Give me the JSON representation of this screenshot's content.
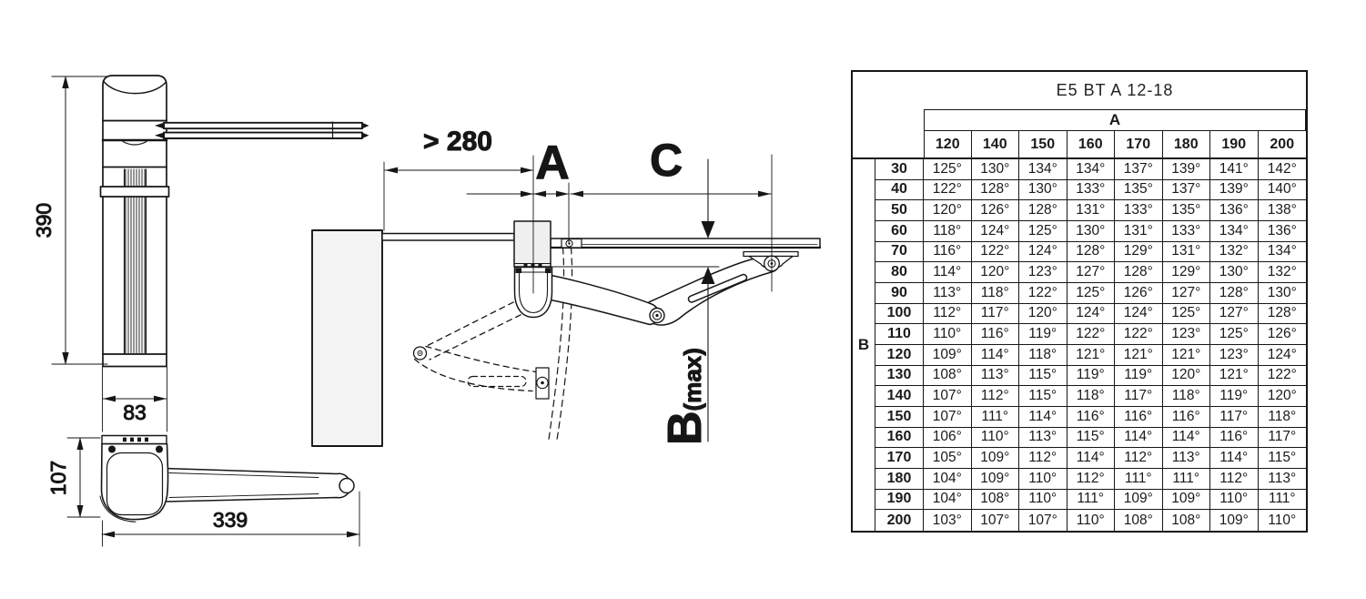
{
  "diagrams": {
    "front_view": {
      "height": "390",
      "width": "83"
    },
    "top_view": {
      "height": "107",
      "length": "339"
    },
    "installation": {
      "min_clearance": "> 280",
      "dim_a": "A",
      "dim_c": "C",
      "dim_b": "B",
      "dim_b_suffix": "(max)"
    }
  },
  "table": {
    "title": "E5 BT A 12-18",
    "col_group_label": "A",
    "row_group_label": "B",
    "col_headers": [
      "120",
      "140",
      "150",
      "160",
      "170",
      "180",
      "190",
      "200"
    ],
    "rows": [
      {
        "b": "30",
        "values": [
          "125°",
          "130°",
          "134°",
          "134°",
          "137°",
          "139°",
          "141°",
          "142°"
        ]
      },
      {
        "b": "40",
        "values": [
          "122°",
          "128°",
          "130°",
          "133°",
          "135°",
          "137°",
          "139°",
          "140°"
        ]
      },
      {
        "b": "50",
        "values": [
          "120°",
          "126°",
          "128°",
          "131°",
          "133°",
          "135°",
          "136°",
          "138°"
        ]
      },
      {
        "b": "60",
        "values": [
          "118°",
          "124°",
          "125°",
          "130°",
          "131°",
          "133°",
          "134°",
          "136°"
        ]
      },
      {
        "b": "70",
        "values": [
          "116°",
          "122°",
          "124°",
          "128°",
          "129°",
          "131°",
          "132°",
          "134°"
        ]
      },
      {
        "b": "80",
        "values": [
          "114°",
          "120°",
          "123°",
          "127°",
          "128°",
          "129°",
          "130°",
          "132°"
        ]
      },
      {
        "b": "90",
        "values": [
          "113°",
          "118°",
          "122°",
          "125°",
          "126°",
          "127°",
          "128°",
          "130°"
        ]
      },
      {
        "b": "100",
        "values": [
          "112°",
          "117°",
          "120°",
          "124°",
          "124°",
          "125°",
          "127°",
          "128°"
        ]
      },
      {
        "b": "110",
        "values": [
          "110°",
          "116°",
          "119°",
          "122°",
          "122°",
          "123°",
          "125°",
          "126°"
        ]
      },
      {
        "b": "120",
        "values": [
          "109°",
          "114°",
          "118°",
          "121°",
          "121°",
          "121°",
          "123°",
          "124°"
        ]
      },
      {
        "b": "130",
        "values": [
          "108°",
          "113°",
          "115°",
          "119°",
          "119°",
          "120°",
          "121°",
          "122°"
        ]
      },
      {
        "b": "140",
        "values": [
          "107°",
          "112°",
          "115°",
          "118°",
          "117°",
          "118°",
          "119°",
          "120°"
        ]
      },
      {
        "b": "150",
        "values": [
          "107°",
          "111°",
          "114°",
          "116°",
          "116°",
          "116°",
          "117°",
          "118°"
        ]
      },
      {
        "b": "160",
        "values": [
          "106°",
          "110°",
          "113°",
          "115°",
          "114°",
          "114°",
          "116°",
          "117°"
        ]
      },
      {
        "b": "170",
        "values": [
          "105°",
          "109°",
          "112°",
          "114°",
          "112°",
          "113°",
          "114°",
          "115°"
        ]
      },
      {
        "b": "180",
        "values": [
          "104°",
          "109°",
          "110°",
          "112°",
          "111°",
          "111°",
          "112°",
          "113°"
        ]
      },
      {
        "b": "190",
        "values": [
          "104°",
          "108°",
          "110°",
          "111°",
          "109°",
          "109°",
          "110°",
          "111°"
        ]
      },
      {
        "b": "200",
        "values": [
          "103°",
          "107°",
          "107°",
          "110°",
          "108°",
          "108°",
          "109°",
          "110°"
        ]
      }
    ]
  },
  "colors": {
    "line": "#161616",
    "light_fill": "#f3f3f3"
  }
}
